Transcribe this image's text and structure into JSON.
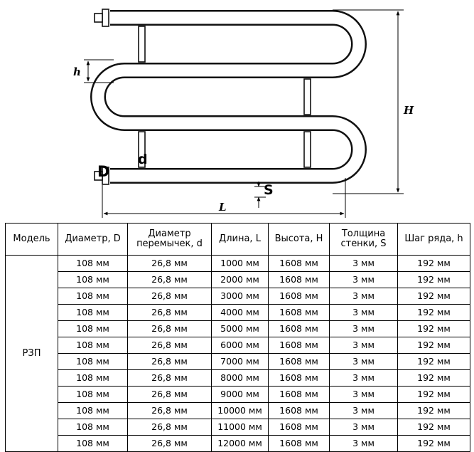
{
  "diagram": {
    "labels": {
      "h": "h",
      "H": "H",
      "D": "D",
      "d": "d",
      "S": "S",
      "L": "L"
    }
  },
  "table": {
    "headers": [
      "Модель",
      "Диаметр, D",
      "Диаметр перемычек, d",
      "Длина, L",
      "Высота, H",
      "Толщина стенки, S",
      "Шаг ряда, h"
    ],
    "model": "РЗП",
    "rows": [
      [
        "108 мм",
        "26,8 мм",
        "1000 мм",
        "1608 мм",
        "3 мм",
        "192 мм"
      ],
      [
        "108 мм",
        "26,8 мм",
        "2000 мм",
        "1608 мм",
        "3 мм",
        "192 мм"
      ],
      [
        "108 мм",
        "26,8 мм",
        "3000 мм",
        "1608 мм",
        "3 мм",
        "192 мм"
      ],
      [
        "108 мм",
        "26,8 мм",
        "4000 мм",
        "1608 мм",
        "3 мм",
        "192 мм"
      ],
      [
        "108 мм",
        "26,8 мм",
        "5000 мм",
        "1608 мм",
        "3 мм",
        "192 мм"
      ],
      [
        "108 мм",
        "26,8 мм",
        "6000 мм",
        "1608 мм",
        "3 мм",
        "192 мм"
      ],
      [
        "108 мм",
        "26,8 мм",
        "7000 мм",
        "1608 мм",
        "3 мм",
        "192 мм"
      ],
      [
        "108 мм",
        "26,8 мм",
        "8000 мм",
        "1608 мм",
        "3 мм",
        "192 мм"
      ],
      [
        "108 мм",
        "26,8 мм",
        "9000 мм",
        "1608 мм",
        "3 мм",
        "192 мм"
      ],
      [
        "108 мм",
        "26,8 мм",
        "10000 мм",
        "1608 мм",
        "3 мм",
        "192 мм"
      ],
      [
        "108 мм",
        "26,8 мм",
        "11000 мм",
        "1608 мм",
        "3 мм",
        "192 мм"
      ],
      [
        "108 мм",
        "26,8 мм",
        "12000 мм",
        "1608 мм",
        "3 мм",
        "192 мм"
      ]
    ]
  }
}
